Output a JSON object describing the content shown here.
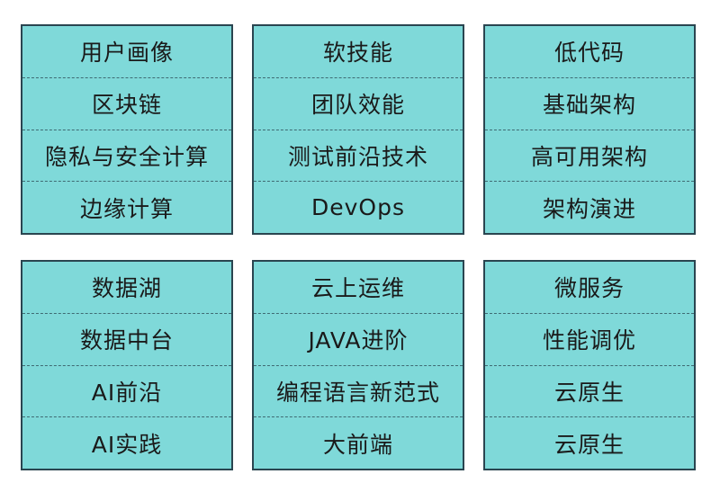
{
  "colors": {
    "box_fill": "#7fd9d9",
    "box_border": "#2a4550",
    "divider": "#3f6b73",
    "text": "#1a1a1a"
  },
  "groups": [
    {
      "items": [
        "用户画像",
        "区块链",
        "隐私与安全计算",
        "边缘计算"
      ]
    },
    {
      "items": [
        "软技能",
        "团队效能",
        "测试前沿技术",
        "DevOps"
      ]
    },
    {
      "items": [
        "低代码",
        "基础架构",
        "高可用架构",
        "架构演进"
      ]
    },
    {
      "items": [
        "数据湖",
        "数据中台",
        "AI前沿",
        "AI实践"
      ]
    },
    {
      "items": [
        "云上运维",
        "JAVA进阶",
        "编程语言新范式",
        "大前端"
      ]
    },
    {
      "items": [
        "微服务",
        "性能调优",
        "云原生",
        "云原生"
      ]
    }
  ]
}
